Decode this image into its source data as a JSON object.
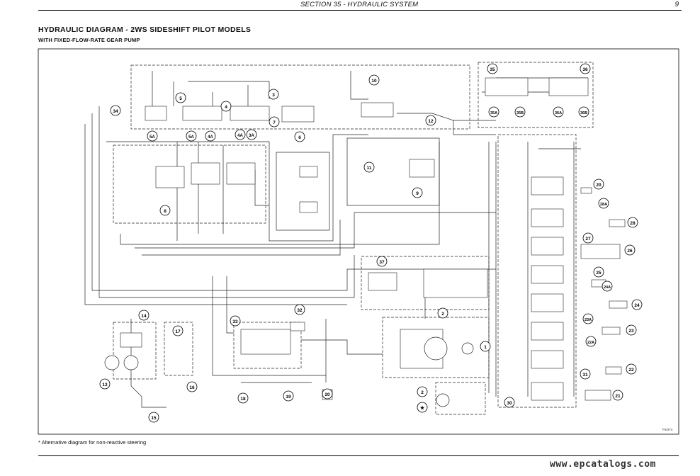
{
  "header": {
    "section": "SECTION 35 - HYDRAULIC SYSTEM",
    "page": "9"
  },
  "title": "HYDRAULIC DIAGRAM - 2WS SIDESHIFT PILOT MODELS",
  "subtitle": "WITH FIXED-FLOW-RATE GEAR PUMP",
  "figure_code": "P4/074",
  "footnote": "* Alternative diagram for non-reactive steering",
  "watermark": "www.epcatalogs.com",
  "callouts": {
    "c1": "1",
    "c2a": "2",
    "c2b": "2",
    "c3": "3",
    "c3a": "3A",
    "c4": "4",
    "c4a": "4A",
    "c4a2": "4A",
    "c5": "5",
    "c5a": "5A",
    "c5a2": "5A",
    "c6": "6",
    "c7": "7",
    "c8": "8",
    "c9": "9",
    "c10": "10",
    "c11": "11",
    "c12": "12",
    "c13": "13",
    "c14": "14",
    "c15": "15",
    "c16": "16",
    "c17": "17",
    "c18": "18",
    "c19": "19",
    "c20a": "20",
    "c20b": "20",
    "c21": "21",
    "c22": "22",
    "c22a": "22A",
    "c23": "23",
    "c23a": "23A",
    "c24": "24",
    "c24a": "24A",
    "c25": "25",
    "c26": "26",
    "c27": "27",
    "c28": "28",
    "c28a": "28A",
    "c30": "30",
    "c31": "31",
    "c32": "32",
    "c33": "33",
    "c34": "34",
    "c35": "35",
    "c35a": "35A",
    "c35b": "35B",
    "c36": "36",
    "c36a": "36A",
    "c36b": "36B",
    "c37": "37",
    "cstar": "★"
  }
}
